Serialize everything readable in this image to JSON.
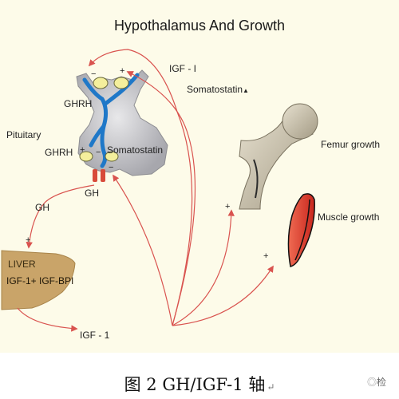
{
  "title": "Hypothalamus And Growth",
  "labels": {
    "pituitary": "Pituitary",
    "ghrh_top": "GHRH",
    "ghrh_mid": "GHRH",
    "somatostatin_mid": "Somatostatin",
    "gh_stalk": "GH",
    "gh_side": "GH",
    "liver": "LIVER",
    "liver_sub": "IGF-1+ IGF-BPI",
    "igf1_bottom": "IGF - 1",
    "igf1_top": "IGF - I",
    "somatostatin_top": "Somatostatin",
    "femur": "Femur growth",
    "muscle": "Muscle growth"
  },
  "signs": {
    "hypo_minus": "−",
    "hypo_plus": "+",
    "ghrh_plus": "+",
    "ghrh_minus": "−",
    "somato_minus": "−",
    "liver_plus": "+",
    "femur_plus": "+",
    "muscle_plus": "+"
  },
  "caption": "图 2 GH/IGF-1 轴",
  "caption_mark": "↵",
  "watermark": "检",
  "colors": {
    "background": "#fdfbe9",
    "arrow": "#d9534f",
    "pituitary": "#b9b9bd",
    "vessel": "#1f78c8",
    "liver": "#c9a469",
    "muscle": "#e0342a",
    "bone": "#cfc7b0"
  }
}
